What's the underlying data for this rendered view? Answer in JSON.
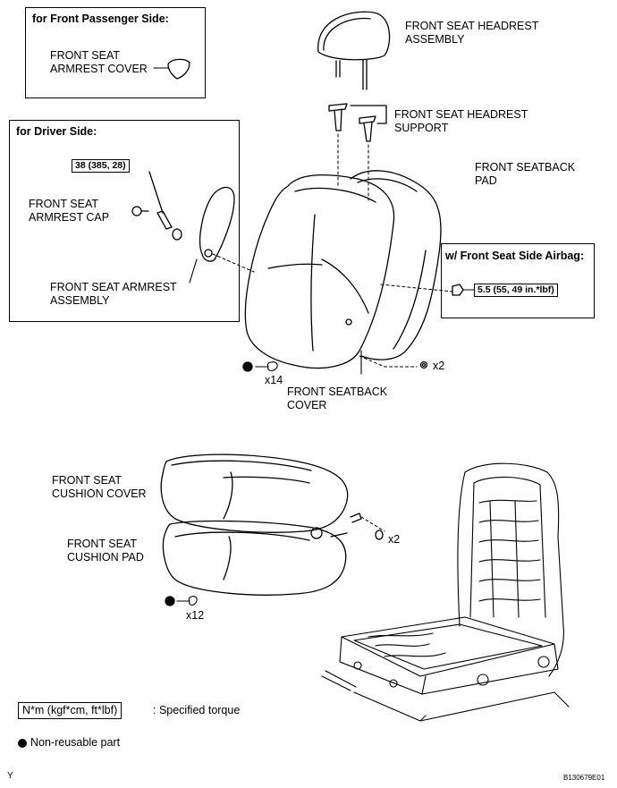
{
  "passenger_box": {
    "title": "for Front Passenger Side:",
    "armrest_cover": [
      "FRONT SEAT",
      "ARMREST COVER"
    ]
  },
  "driver_box": {
    "title": "for Driver Side:",
    "torque": "38 (385, 28)",
    "armrest_cap": [
      "FRONT SEAT",
      "ARMREST CAP"
    ],
    "armrest_assembly": [
      "FRONT SEAT ARMREST",
      "ASSEMBLY"
    ]
  },
  "labels": {
    "headrest_assembly": [
      "FRONT SEAT HEADREST",
      "ASSEMBLY"
    ],
    "headrest_support": [
      "FRONT SEAT HEADREST",
      "SUPPORT"
    ],
    "seatback_pad": [
      "FRONT SEATBACK",
      "PAD"
    ],
    "seatback_cover": [
      "FRONT SEATBACK",
      "COVER"
    ],
    "cushion_cover": [
      "FRONT SEAT",
      "CUSHION COVER"
    ],
    "cushion_pad": [
      "FRONT SEAT",
      "CUSHION PAD"
    ]
  },
  "airbag_box": {
    "title": "w/ Front Seat Side Airbag:",
    "torque": "5.5 (55, 49 in.*lbf)"
  },
  "counts": {
    "back_hogring": "x14",
    "back_clip": "x2",
    "cushion_clip": "x2",
    "cushion_hogring": "x12"
  },
  "legend": {
    "torque_box": "N*m (kgf*cm, ft*lbf)",
    "torque_text": ": Specified torque",
    "nonreusable_text": "Non-reusable part"
  },
  "footer": {
    "left_code": "Y",
    "right_code": "B130679E01"
  }
}
